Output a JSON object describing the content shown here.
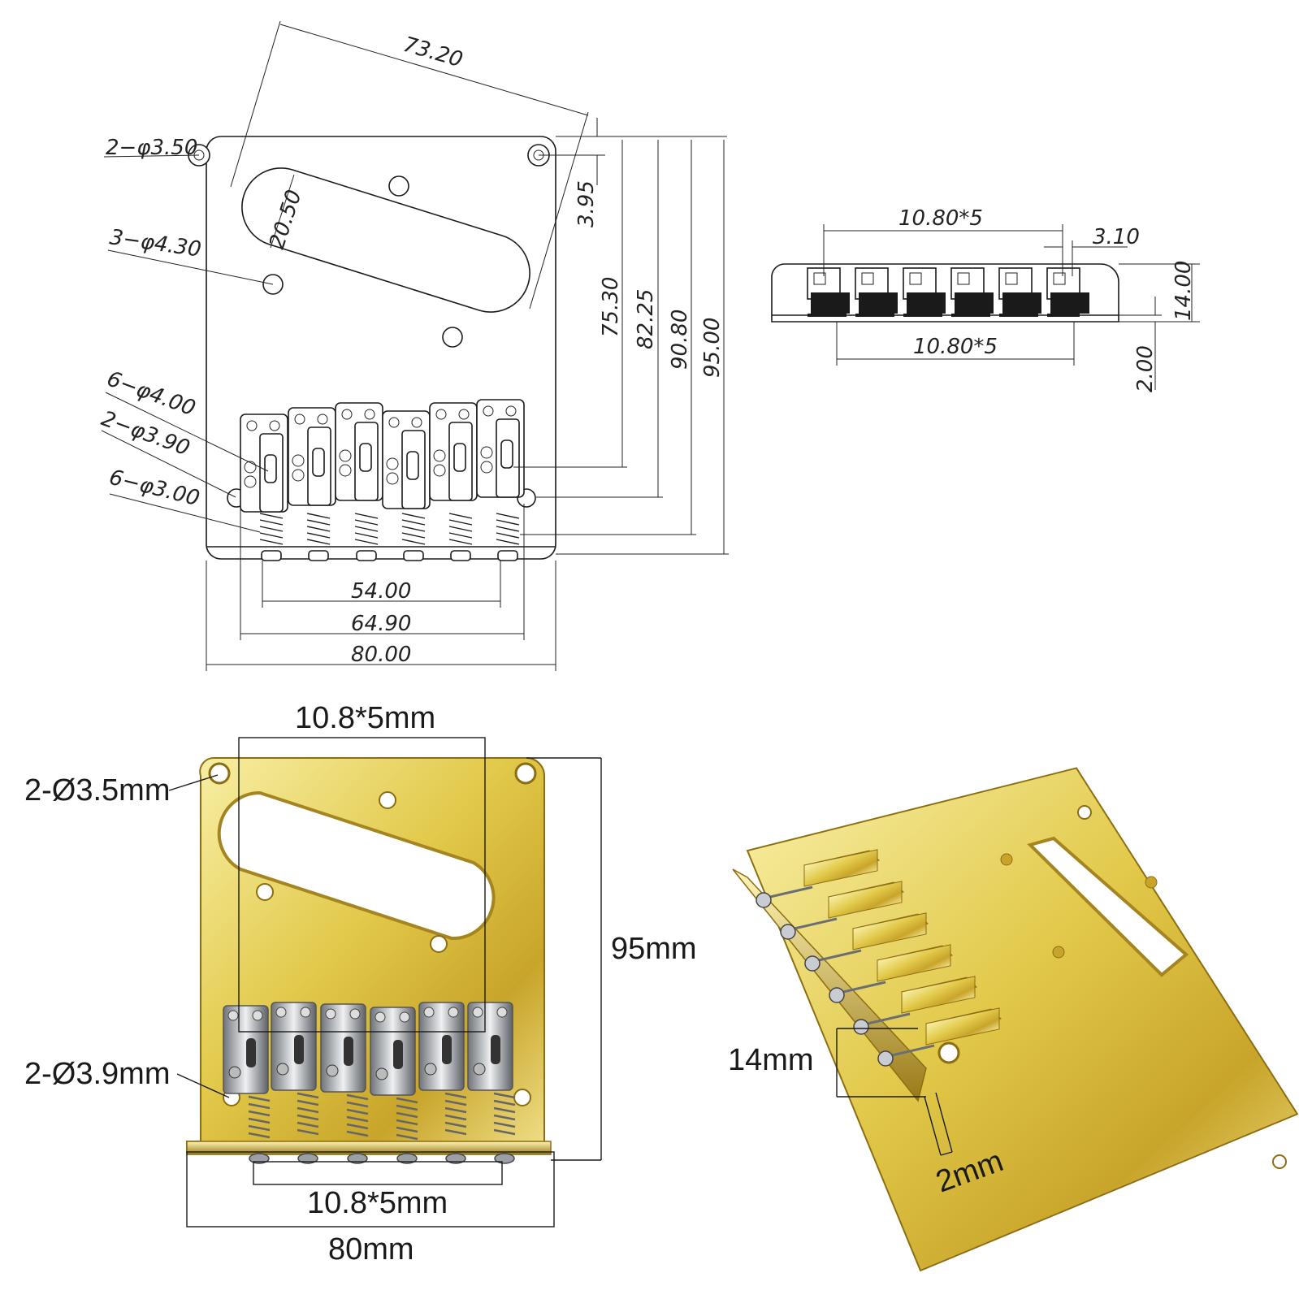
{
  "drawing": {
    "top_angle": "73.20",
    "hole_2": "2−φ3.50",
    "hole_3": "3−φ4.30",
    "slot_width": "20.50",
    "top_offset": "3.95",
    "h1": "75.30",
    "h2": "82.25",
    "h3": "90.80",
    "h4": "95.00",
    "saddle_holes": "6−φ4.00",
    "mount_holes": "2−φ3.90",
    "spring_holes": "6−φ3.00",
    "w_inner": "54.00",
    "w_mid": "64.90",
    "w_outer": "80.00"
  },
  "side_view": {
    "spacing_top": "10.80*5",
    "edge_offset": "3.10",
    "spacing_bottom": "10.80*5",
    "height": "14.00",
    "thickness": "2.00"
  },
  "photo_front": {
    "spacing_top": "10.8*5mm",
    "hole_top": "2-Ø3.5mm",
    "hole_bottom": "2-Ø3.9mm",
    "height": "95mm",
    "spacing_bottom": "10.8*5mm",
    "width": "80mm"
  },
  "photo_angle": {
    "height": "14mm",
    "thickness": "2mm"
  },
  "colors": {
    "gold_light": "#f7eea0",
    "gold_mid": "#d9bf3c",
    "gold_dark": "#8c6d12",
    "chrome": "#c9ccd1"
  }
}
